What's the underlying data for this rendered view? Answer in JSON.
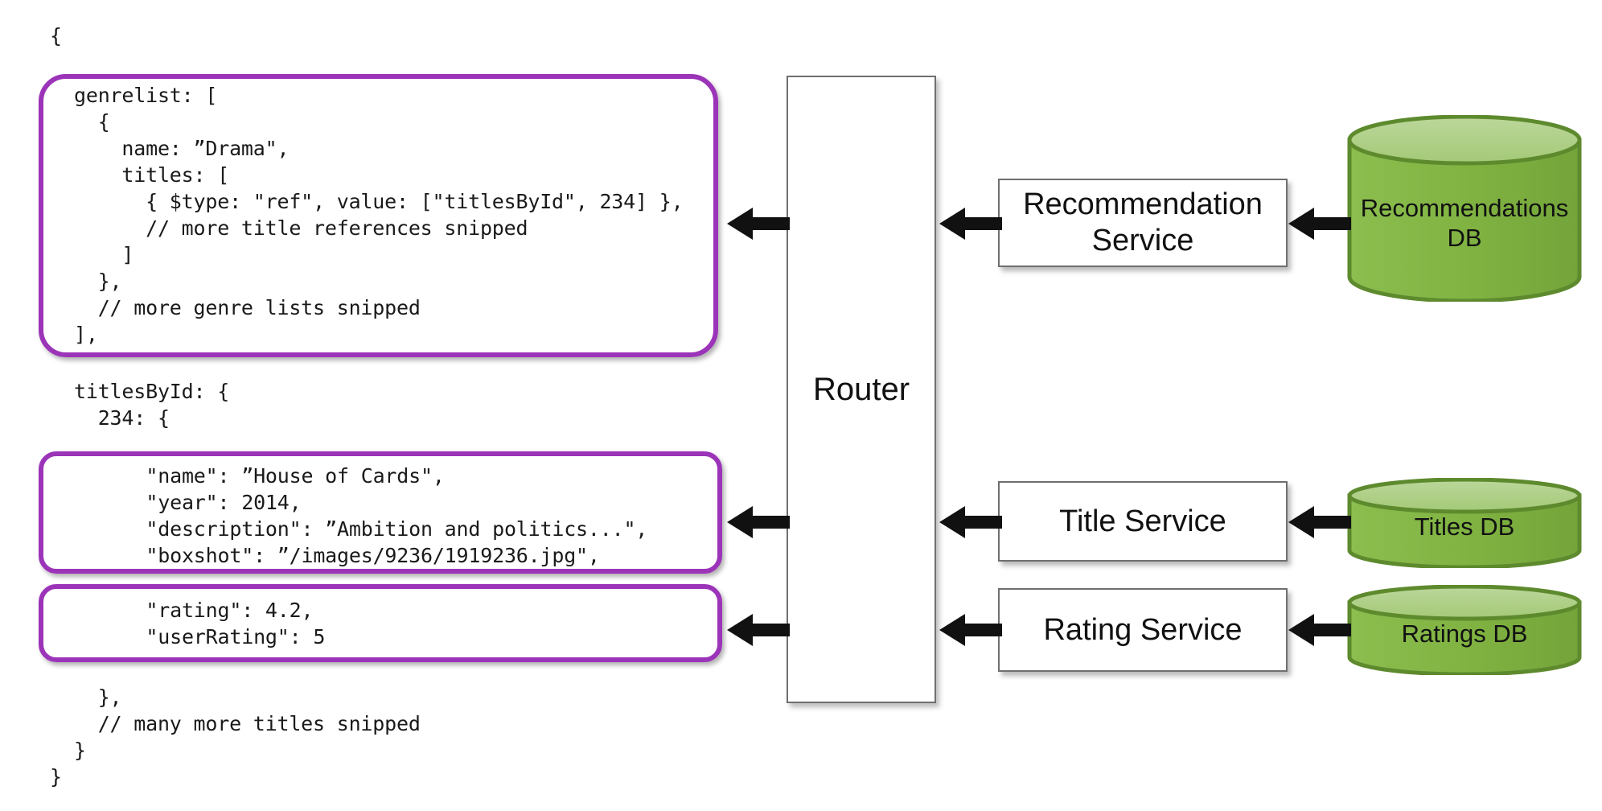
{
  "diagram": {
    "title": "Falcor router data fetching diagram",
    "accent_purple": "#9B34B8",
    "db_green": "#7FB241",
    "db_green_top": "#A9CC7E",
    "db_border": "#5E8A2E"
  },
  "json_response": {
    "lines": [
      "{",
      "  genrelist: [",
      "    {",
      "      name: ”Drama\",",
      "      titles: [",
      "        { $type: \"ref\", value: [\"titlesById\", 234] },",
      "        // more title references snipped",
      "      ]",
      "    },",
      "    // more genre lists snipped",
      "  ],",
      "  titlesById: {",
      "    234: {",
      "      \"name\": ”House of Cards\",",
      "      \"year\": 2014,",
      "      \"description\": ”Ambition and politics...\",",
      "      \"boxshot\": ”/images/9236/1919236.jpg\",",
      "      \"rating\": 4.2,",
      "      \"userRating\": 5",
      "    },",
      "    // many more titles snipped",
      "  }",
      "}"
    ]
  },
  "code_blocks": {
    "open_brace": "{",
    "genrelist_block": [
      "genrelist: [",
      "  {",
      "    name: ”Drama\",",
      "    titles: [",
      "      { $type: \"ref\", value: [\"titlesById\", 234] },",
      "      // more title references snipped",
      "    ]",
      "  },",
      "  // more genre lists snipped",
      "],"
    ],
    "titles_by_id_header": [
      "titlesById: {",
      "  234: {"
    ],
    "title_detail_block": [
      "\"name\": ”House of Cards\",",
      "\"year\": 2014,",
      "\"description\": ”Ambition and politics...\",",
      "\"boxshot\": ”/images/9236/1919236.jpg\","
    ],
    "rating_block": [
      "\"rating\": 4.2,",
      "\"userRating\": 5"
    ],
    "closing_block": [
      "},",
      "// many more titles snipped",
      "}",
      "}"
    ]
  },
  "code_lines": {
    "l01": "{",
    "l02": "genrelist: [",
    "l03": "  {",
    "l04": "    name: ”Drama\",",
    "l05": "    titles: [",
    "l06": "      { $type: \"ref\", value: [\"titlesById\", 234] },",
    "l07": "      // more title references snipped",
    "l08": "    ]",
    "l09": "  },",
    "l10": "  // more genre lists snipped",
    "l11": "],",
    "l12": "titlesById: {",
    "l13": "  234: {",
    "l14": "    \"name\": ”House of Cards\",",
    "l15": "    \"year\": 2014,",
    "l16": "    \"description\": ”Ambition and politics...\",",
    "l17": "    \"boxshot\": ”/images/9236/1919236.jpg\",",
    "l18": "    \"rating\": 4.2,",
    "l19": "    \"userRating\": 5",
    "l20": "  },",
    "l21": "  // many more titles snipped",
    "l22": "}",
    "l23": "}"
  },
  "router": {
    "label": "Router"
  },
  "services": [
    {
      "id": "recommendation",
      "label": "Recommendation\nService",
      "line1": "Recommendation",
      "line2": "Service"
    },
    {
      "id": "title",
      "label": "Title Service",
      "line1": "Title Service",
      "line2": ""
    },
    {
      "id": "rating",
      "label": "Rating Service",
      "line1": "Rating Service",
      "line2": ""
    }
  ],
  "service_labels": {
    "recommendation_1": "Recommendation",
    "recommendation_2": "Service",
    "title": "Title Service",
    "rating": "Rating Service"
  },
  "databases": [
    {
      "id": "recommendations-db",
      "line1": "Recommendations",
      "line2": "DB"
    },
    {
      "id": "titles-db",
      "line1": "Titles DB",
      "line2": ""
    },
    {
      "id": "ratings-db",
      "line1": "Ratings DB",
      "line2": ""
    }
  ],
  "database_labels": {
    "recommendations_1": "Recommendations",
    "recommendations_2": "DB",
    "titles": "Titles DB",
    "ratings": "Ratings DB"
  },
  "arrows": {
    "direction": "right-to-left",
    "count": 6,
    "flows": [
      "Recommendations DB → Recommendation Service",
      "Recommendation Service → Router",
      "Router → genrelist JSON block",
      "Titles DB → Title Service",
      "Title Service → Router",
      "Router → title detail JSON block",
      "Ratings DB → Rating Service",
      "Rating Service → Router",
      "Router → rating JSON block"
    ]
  }
}
